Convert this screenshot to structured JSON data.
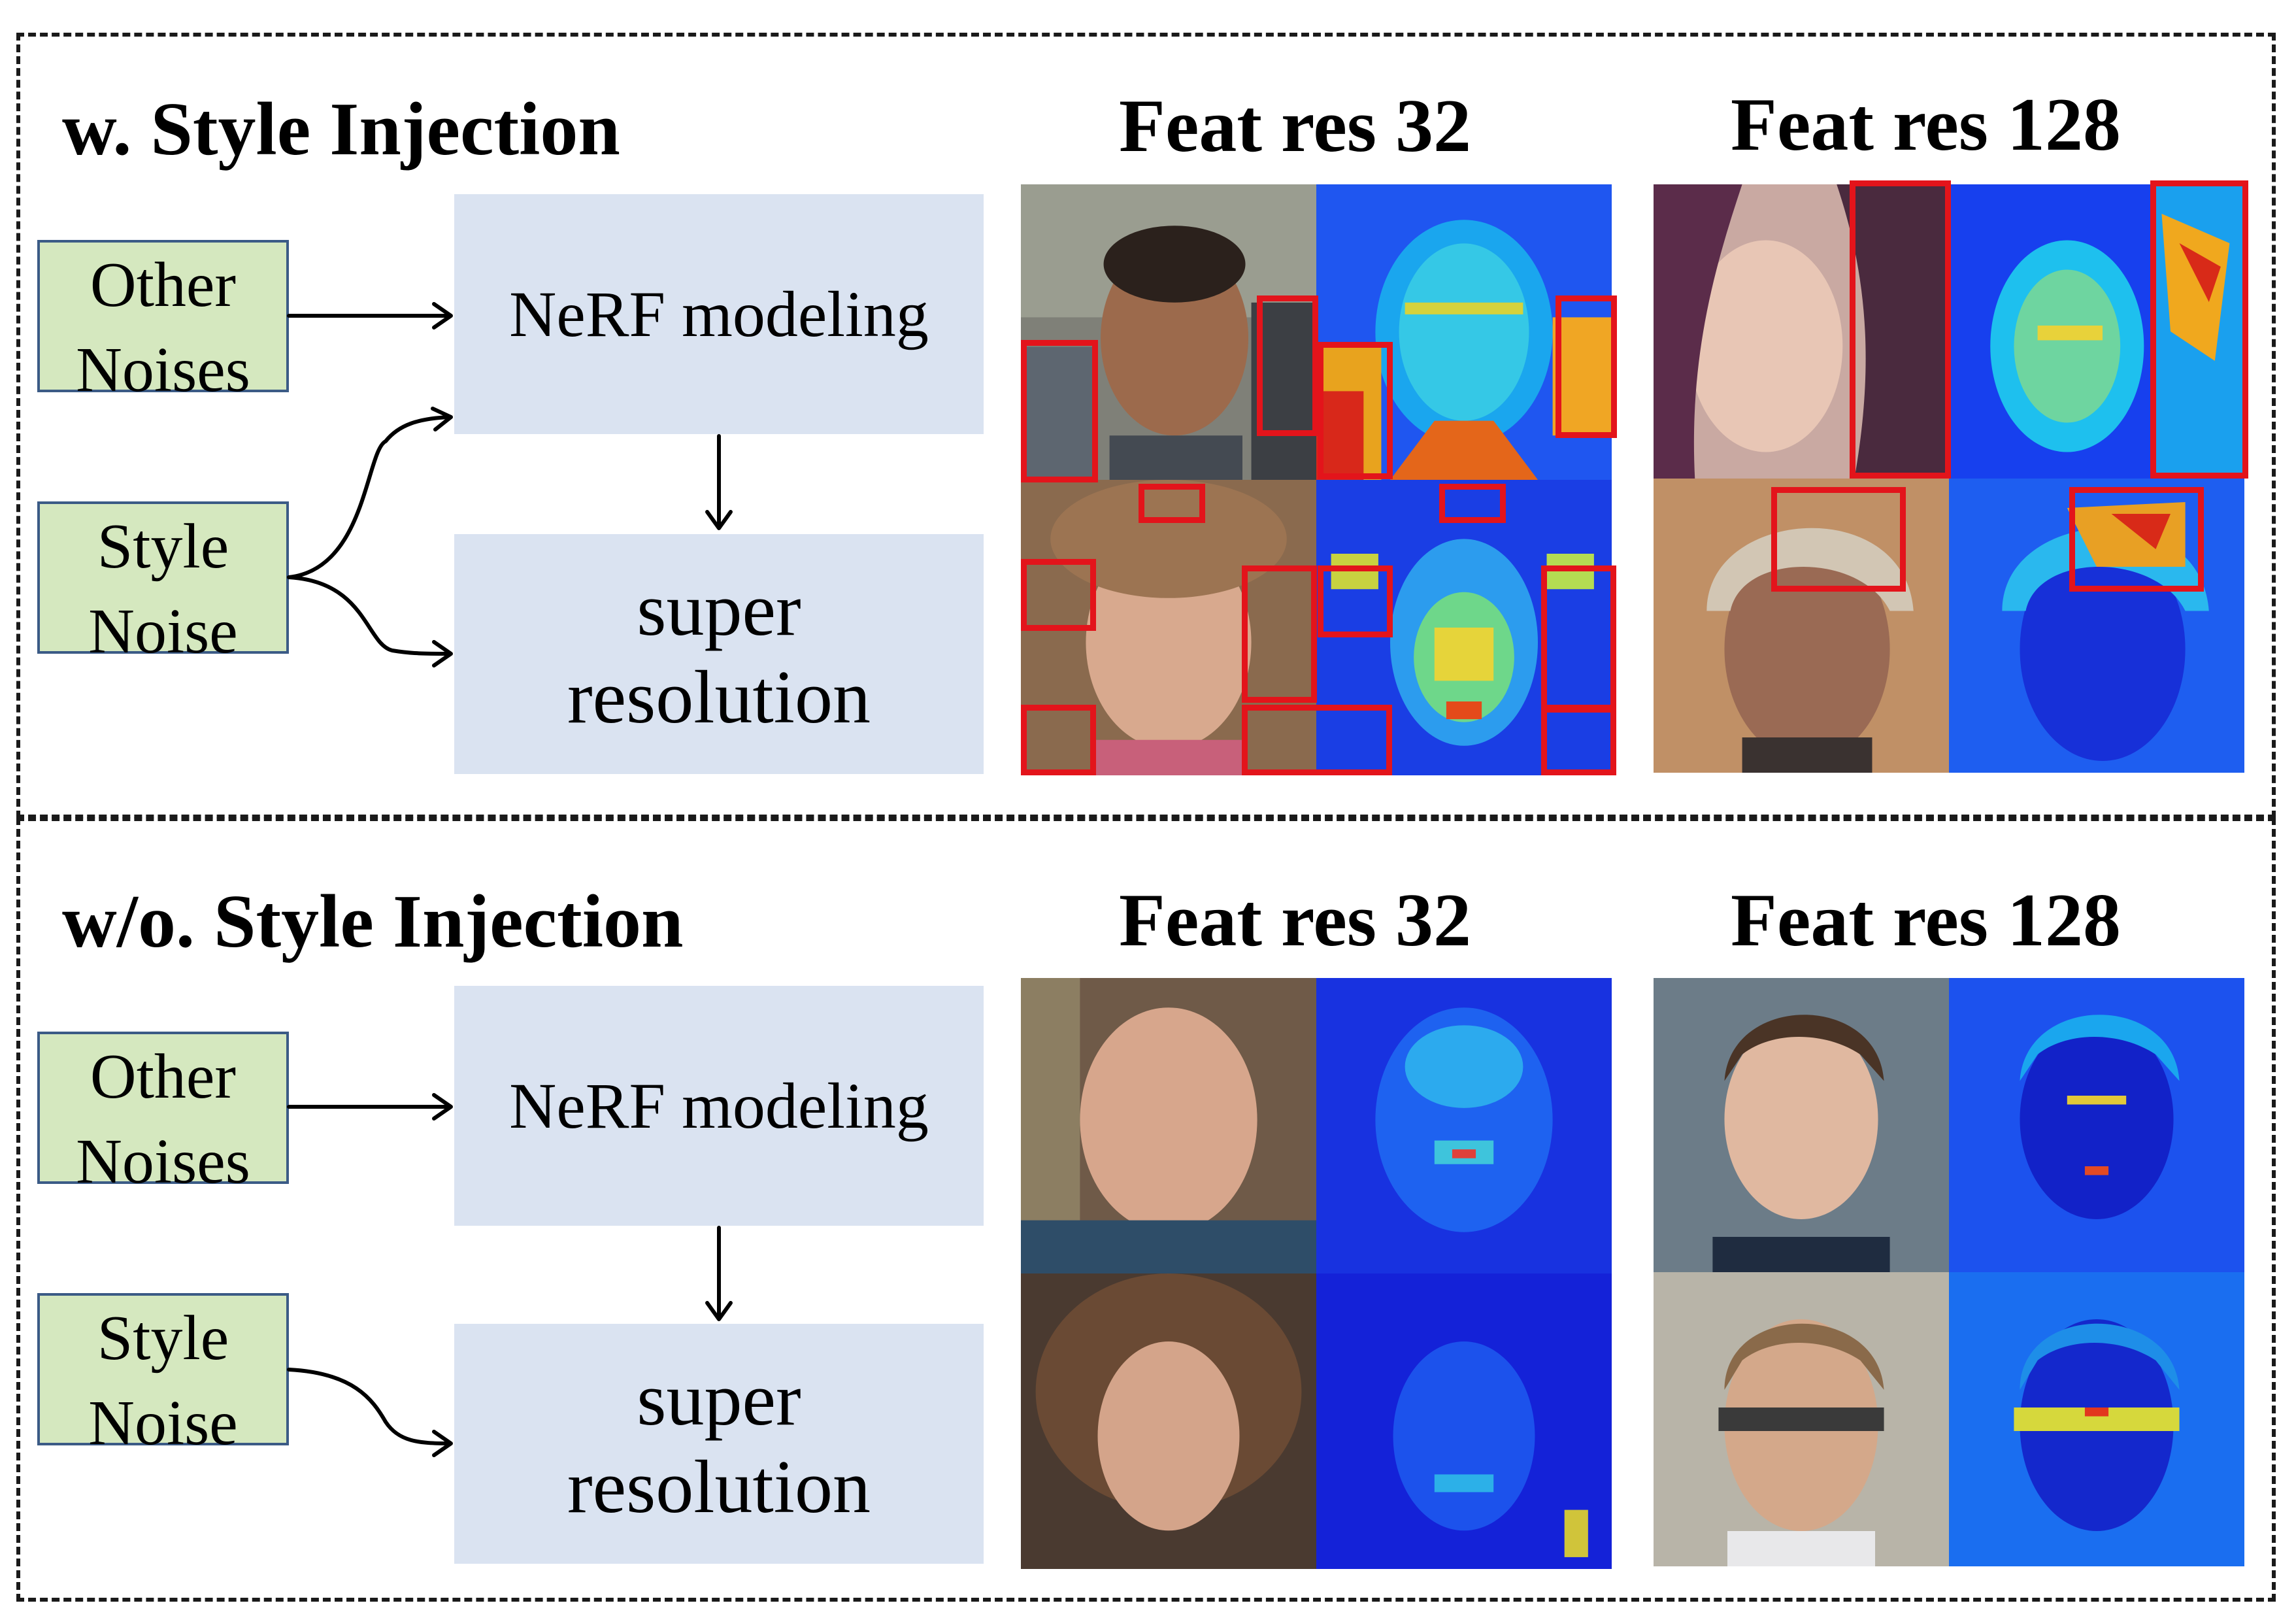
{
  "panels": [
    {
      "title": "w. Style Injection",
      "res_labels": [
        "Feat res 32",
        "Feat res 128"
      ],
      "other_noises": [
        "Other",
        "Noises"
      ],
      "style_noise": [
        "Style",
        "Noise"
      ],
      "nerf": "NeRF modeling",
      "super_resolution": [
        "super",
        "resolution"
      ]
    },
    {
      "title": "w/o. Style Injection",
      "res_labels": [
        "Feat res 32",
        "Feat res 128"
      ],
      "other_noises": [
        "Other",
        "Noises"
      ],
      "style_noise": [
        "Style",
        "Noise"
      ],
      "nerf": "NeRF modeling",
      "super_resolution": [
        "super",
        "resolution"
      ]
    }
  ],
  "colors": {
    "noise_box_fill": "#d5e8bf",
    "noise_box_border": "#3b5b86",
    "stage_box_fill": "#dae3f1",
    "highlight_box": "#e3141b",
    "heatmap_low": "#0a2ed8",
    "heatmap_high": "#d81a14"
  }
}
